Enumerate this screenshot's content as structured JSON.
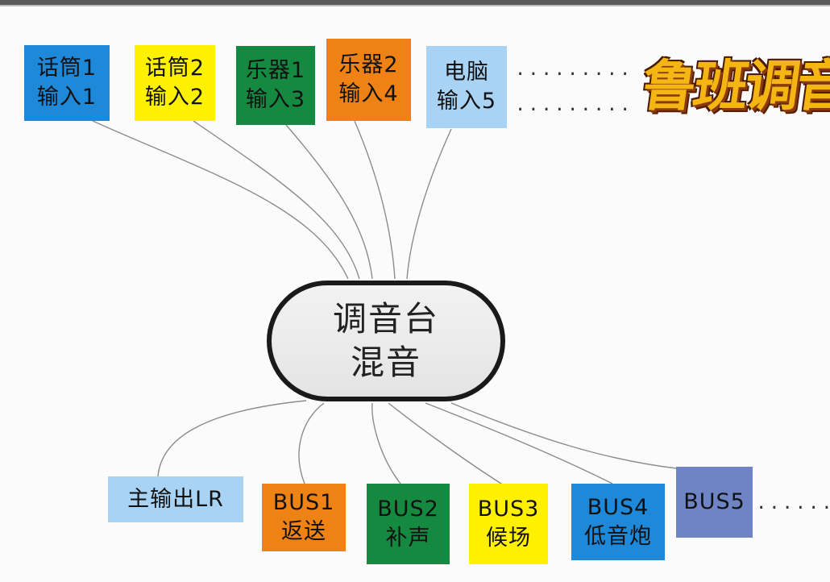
{
  "inputs": [
    {
      "line1": "话筒1",
      "line2": "输入1",
      "color": "#1e88d9",
      "text_color": "#111111"
    },
    {
      "line1": "话筒2",
      "line2": "输入2",
      "color": "#fff100",
      "text_color": "#111111"
    },
    {
      "line1": "乐器1",
      "line2": "输入3",
      "color": "#15893f",
      "text_color": "#111111"
    },
    {
      "line1": "乐器2",
      "line2": "输入4",
      "color": "#ef8214",
      "text_color": "#111111"
    },
    {
      "line1": "电脑",
      "line2": "输入5",
      "color": "#a9d3f5",
      "text_color": "#111111"
    }
  ],
  "input_dots": [
    ".........",
    "........."
  ],
  "mixer": {
    "line1": "调音台",
    "line2": "混音"
  },
  "outputs": [
    {
      "line1": "主输出LR",
      "line2": "",
      "color": "#a9d3f5",
      "text_color": "#111111"
    },
    {
      "line1": "BUS1",
      "line2": "返送",
      "color": "#ef8214",
      "text_color": "#111111"
    },
    {
      "line1": "BUS2",
      "line2": "补声",
      "color": "#15893f",
      "text_color": "#111111"
    },
    {
      "line1": "BUS3",
      "line2": "候场",
      "color": "#fff100",
      "text_color": "#111111"
    },
    {
      "line1": "BUS4",
      "line2": "低音炮",
      "color": "#1e88d9",
      "text_color": "#111111"
    },
    {
      "line1": "BUS5",
      "line2": "",
      "color": "#6f84c4",
      "text_color": "#111111"
    }
  ],
  "output_dots": ".......",
  "logo": {
    "text": "鲁班调音"
  },
  "colors": {
    "wire": "#8c8c8c",
    "mixer_border": "#1a1a1a"
  }
}
